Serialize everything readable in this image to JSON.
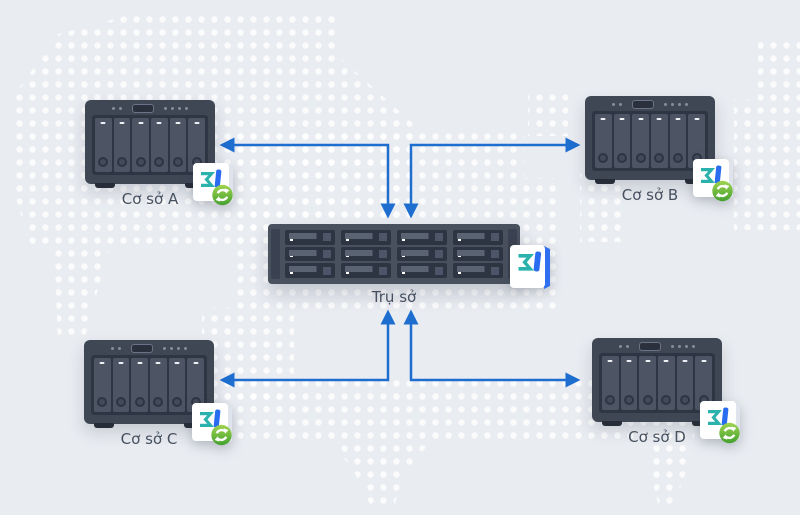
{
  "colors": {
    "arrow": "#1e6ed0",
    "background": "#e9ecf1",
    "map_dots": "#ffffff",
    "device_body": "#3f4755",
    "drive_bay": "#4d5565",
    "label_text": "#46505f",
    "drive_logo_teal": "#2cb2ad",
    "drive_logo_blue": "#2a6cf0",
    "sync_badge_green": "#55ab33"
  },
  "center": {
    "label": "Trụ sở",
    "icon": "synology-drive-icon",
    "device": "12-bay-rackstation"
  },
  "branches": [
    {
      "label": "Cơ sở A",
      "icon": "drive-sharesync-icon",
      "device": "6-bay-diskstation"
    },
    {
      "label": "Cơ sở B",
      "icon": "drive-sharesync-icon",
      "device": "6-bay-diskstation"
    },
    {
      "label": "Cơ sở C",
      "icon": "drive-sharesync-icon",
      "device": "6-bay-diskstation"
    },
    {
      "label": "Cơ sở D",
      "icon": "drive-sharesync-icon",
      "device": "6-bay-diskstation"
    }
  ]
}
